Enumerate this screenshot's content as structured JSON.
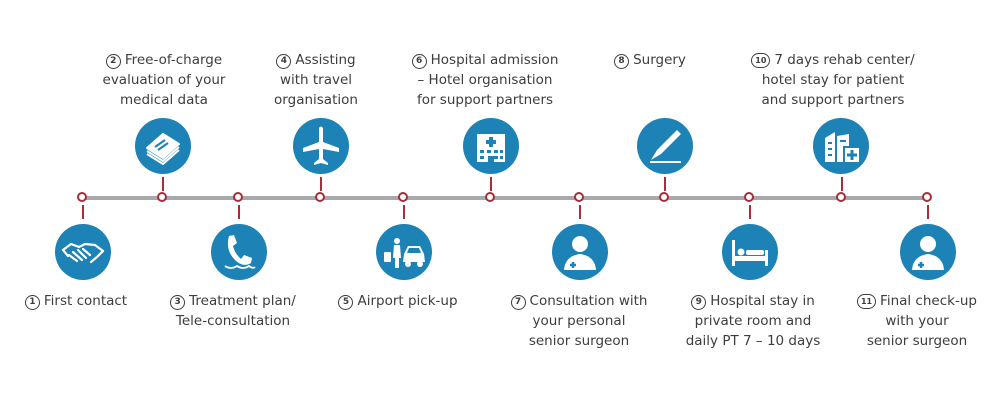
{
  "colors": {
    "accent": "#a72d3a",
    "icon_bg": "#1d82b5",
    "line": "#a9a9a9",
    "text": "#3d3d3d"
  },
  "steps": [
    {
      "number": "1",
      "lines": [
        "First contact"
      ],
      "icon": "handshake-icon"
    },
    {
      "number": "2",
      "lines": [
        "Free-of-charge",
        "evaluation of your",
        "medical data"
      ],
      "icon": "documents-icon"
    },
    {
      "number": "3",
      "lines": [
        "Treatment plan/",
        "Tele-consultation"
      ],
      "icon": "telephone-icon"
    },
    {
      "number": "4",
      "lines": [
        "Assisting",
        "with travel",
        "organisation"
      ],
      "icon": "airplane-icon"
    },
    {
      "number": "5",
      "lines": [
        "Airport pick-up"
      ],
      "icon": "taxi-pickup-icon"
    },
    {
      "number": "6",
      "lines": [
        "Hospital admission",
        "– Hotel organisation",
        "for support partners"
      ],
      "icon": "hospital-building-icon"
    },
    {
      "number": "7",
      "lines": [
        "Consultation with",
        "your personal",
        "senior surgeon"
      ],
      "icon": "doctor-icon"
    },
    {
      "number": "8",
      "lines": [
        "Surgery"
      ],
      "icon": "scalpel-icon"
    },
    {
      "number": "9",
      "lines": [
        "Hospital stay in",
        "private room and",
        "daily PT 7 – 10 days"
      ],
      "icon": "hospital-bed-icon"
    },
    {
      "number": "10",
      "lines": [
        "7 days rehab center/",
        "hotel stay for patient",
        "and support partners"
      ],
      "icon": "rehab-center-icon"
    },
    {
      "number": "11",
      "lines": [
        "Final check-up",
        "with your",
        "senior surgeon"
      ],
      "icon": "doctor-icon"
    }
  ]
}
